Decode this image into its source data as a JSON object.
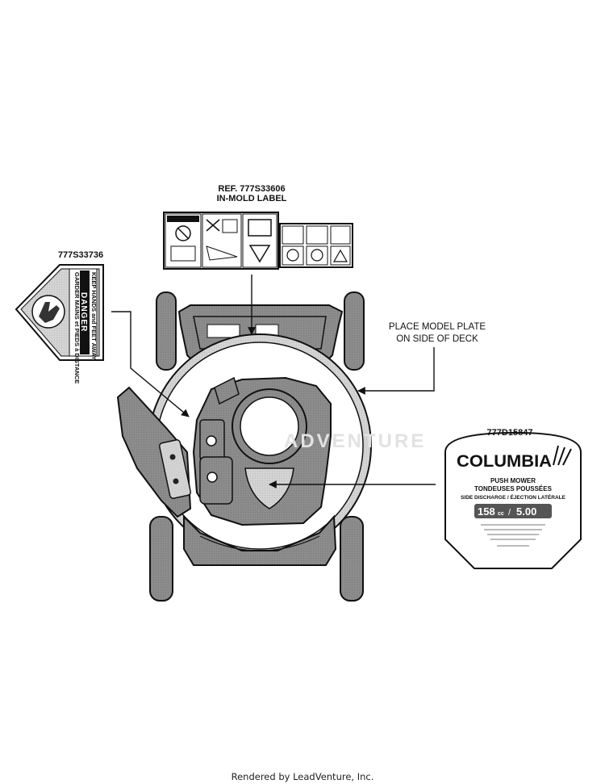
{
  "labels": {
    "inmold_ref_line1": "REF. 777S33606",
    "inmold_ref_line2": "IN-MOLD LABEL",
    "danger_ref": "777S33736",
    "columbia_ref": "777D15847",
    "model_plate_line1": "PLACE MODEL PLATE",
    "model_plate_line2": "ON SIDE OF DECK"
  },
  "danger_decal": {
    "line1": "GARDER MAINS et PIEDS à DISTANCE",
    "line2": "DANGER",
    "line3": "KEEP HANDS and FEET AWAY"
  },
  "columbia_decal": {
    "brand": "COLUMBIA",
    "line1": "PUSH MOWER",
    "line2": "TONDEUSES POUSSÉES",
    "line3": "SIDE DISCHARGE / ÉJECTION LATÉRALE",
    "cc": "158",
    "cc_unit": "cc",
    "hp": "5.00"
  },
  "watermark": "ADVENTURE",
  "footer": "Rendered by LeadVenture, Inc.",
  "colors": {
    "body_gray": "#8a8a8a",
    "dark_gray": "#6e6e6e",
    "outline": "#111111",
    "light_fill": "#c8c8c8"
  }
}
